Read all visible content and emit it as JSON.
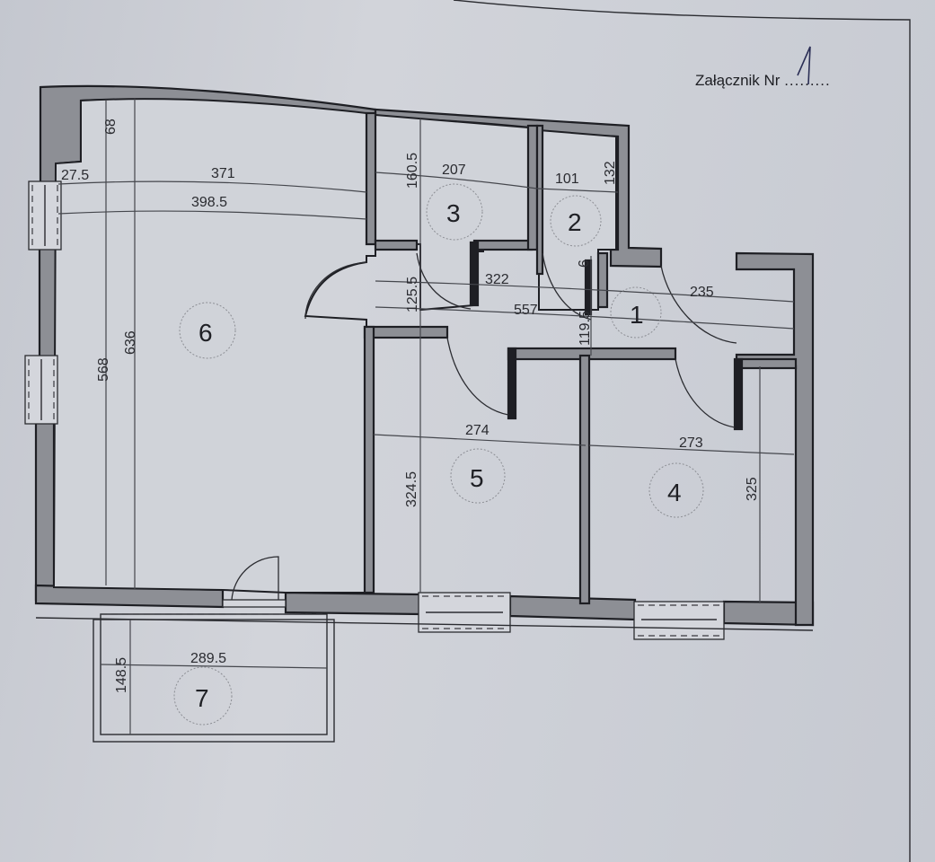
{
  "document": {
    "title_label": "Załącznik Nr",
    "title_number": "1",
    "title_dots": "........."
  },
  "rooms": [
    {
      "id": "1",
      "label": "1"
    },
    {
      "id": "2",
      "label": "2"
    },
    {
      "id": "3",
      "label": "3"
    },
    {
      "id": "4",
      "label": "4"
    },
    {
      "id": "5",
      "label": "5"
    },
    {
      "id": "6",
      "label": "6"
    },
    {
      "id": "7",
      "label": "7"
    }
  ],
  "dimensions": {
    "room6_wall_offset": "68",
    "room6_niche_width": "27.5",
    "room6_width_inner": "371",
    "room6_width_total": "398.5",
    "room6_height_inner": "568",
    "room6_height_total": "636",
    "room3_height": "160.5",
    "room3_width": "207",
    "room2_width": "101",
    "room2_height": "132",
    "hall_width_a": "322",
    "hall_width_b": "557",
    "hall_depth": "125.5",
    "hall_small": "6",
    "hall_height": "119.5",
    "room1_width": "235",
    "room5_width": "274",
    "room5_height": "324.5",
    "room4_width": "273",
    "room4_height": "325",
    "balcony_width": "289.5",
    "balcony_depth": "148.5"
  }
}
